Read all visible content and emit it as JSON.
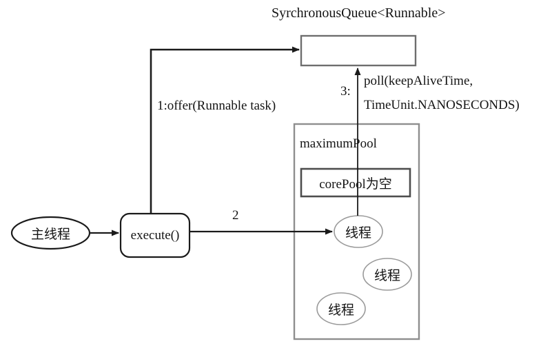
{
  "diagram": {
    "title_queue": "SyrchronousQueue<Runnable>",
    "labels": {
      "offer": "1:offer(Runnable task)",
      "poll_number": "3:",
      "poll_line1": "poll(keepAliveTime,",
      "poll_line2": "TimeUnit.NANOSECONDS)",
      "step_two": "2"
    },
    "nodes": {
      "main_thread": "主线程",
      "execute": "execute()",
      "maximum_pool": "maximumPool",
      "core_pool": "corePool为空",
      "thread_1": "线程",
      "thread_2": "线程",
      "thread_3": "线程"
    },
    "colors": {
      "stroke_dark": "#1a1a1a",
      "stroke_gray": "#808080",
      "stroke_light_gray": "#9a9a9a",
      "background": "#ffffff",
      "text": "#141414"
    }
  }
}
